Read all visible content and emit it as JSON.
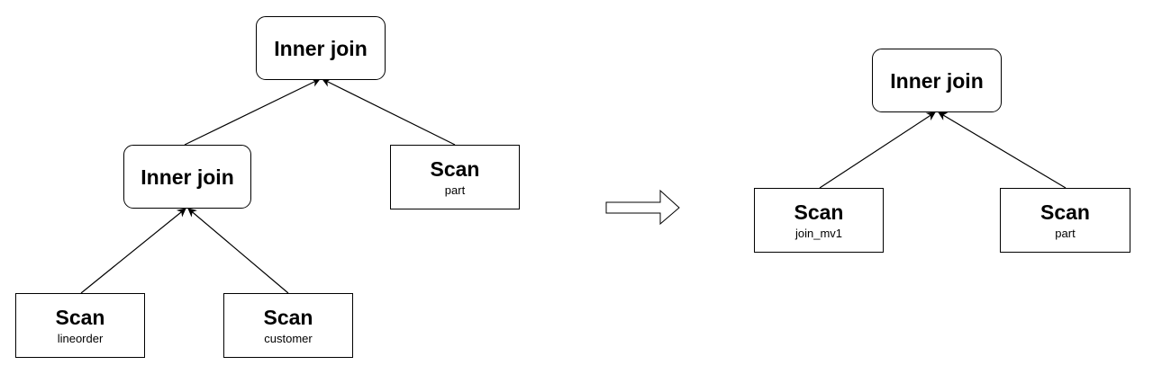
{
  "left_tree": {
    "root_join": {
      "title": "Inner join"
    },
    "child_join": {
      "title": "Inner join"
    },
    "scan_part": {
      "title": "Scan",
      "sub": "part"
    },
    "scan_lineorder": {
      "title": "Scan",
      "sub": "lineorder"
    },
    "scan_customer": {
      "title": "Scan",
      "sub": "customer"
    }
  },
  "right_tree": {
    "root_join": {
      "title": "Inner join"
    },
    "scan_join_mv1": {
      "title": "Scan",
      "sub": "join_mv1"
    },
    "scan_part": {
      "title": "Scan",
      "sub": "part"
    }
  },
  "transform_arrow": {
    "icon": "right-arrow-icon"
  }
}
